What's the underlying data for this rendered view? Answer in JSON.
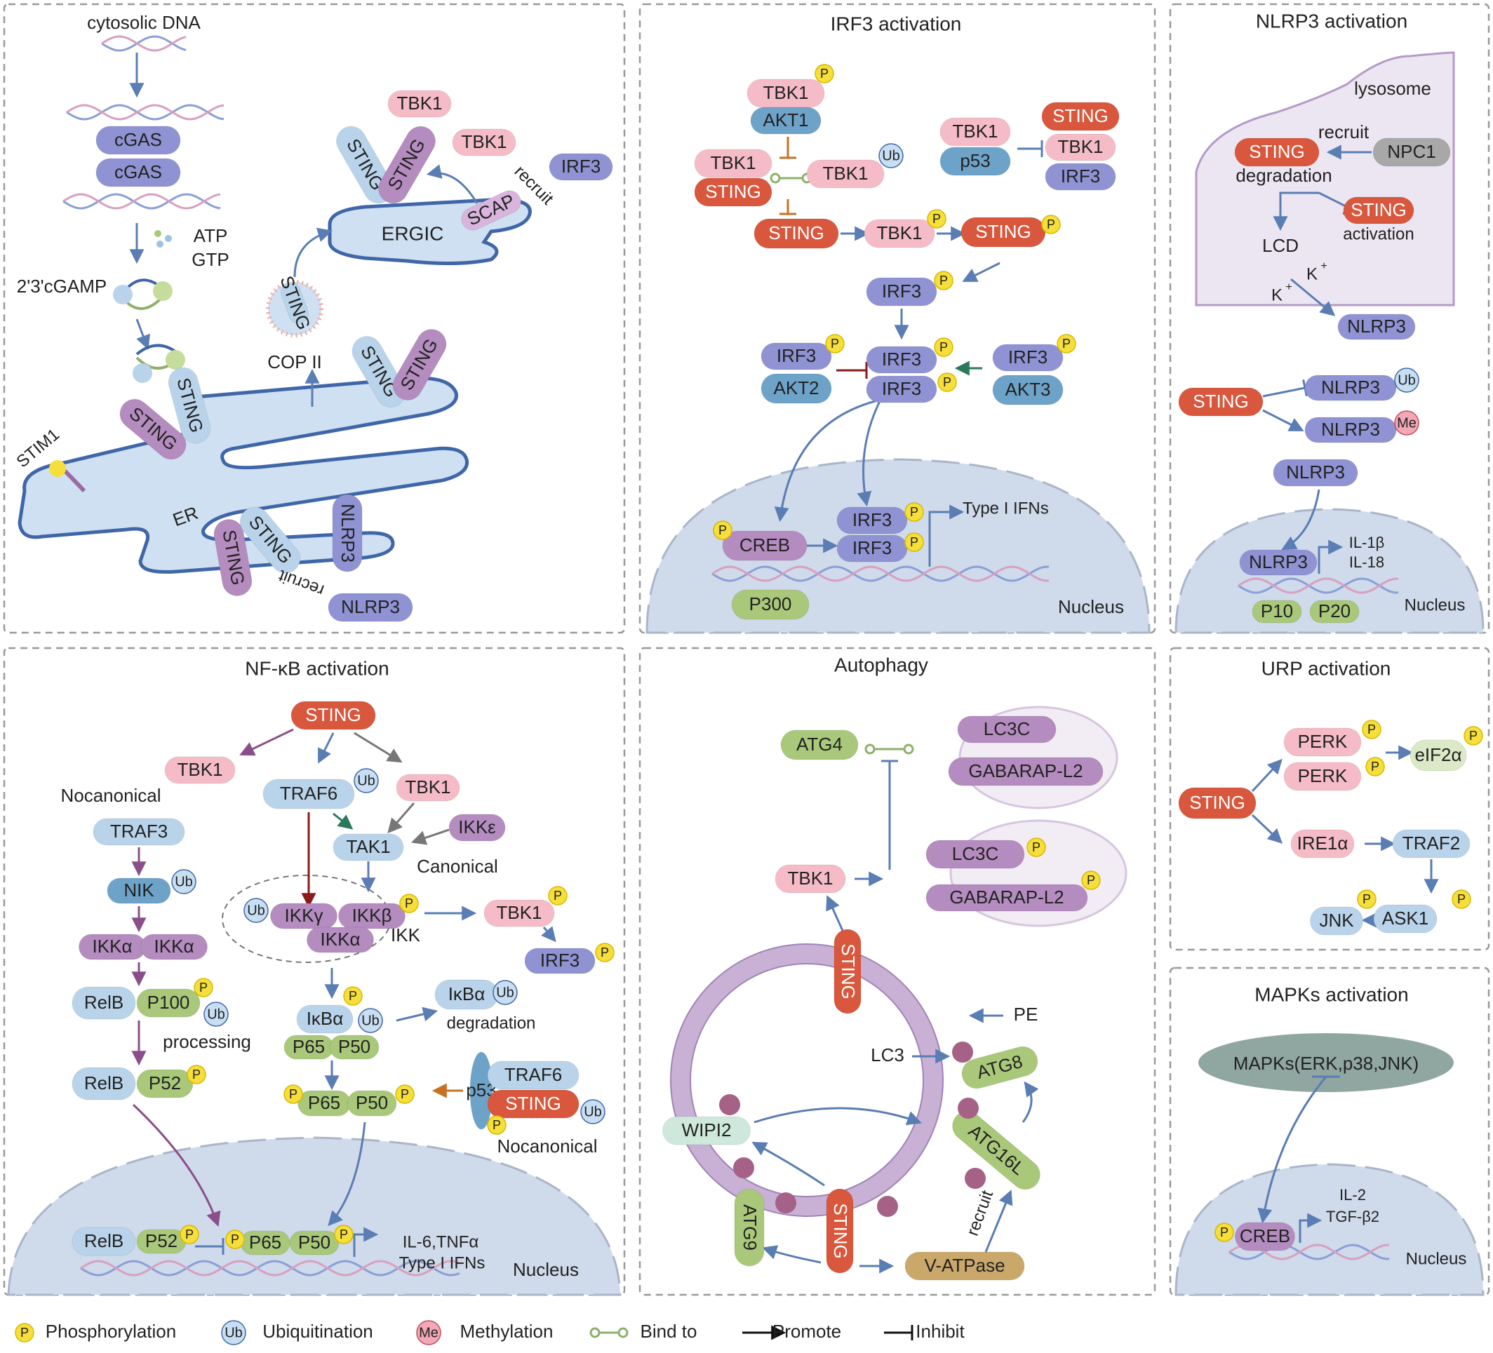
{
  "colors": {
    "sting": "#d8573d",
    "tbk1": "#f5bcc7",
    "irf3": "#8f93d3",
    "akt": "#6ea3c9",
    "purple": "#b48cbf",
    "green": "#a9c87a",
    "lightblue": "#b9d4ea",
    "nucleus": "#cfdaea",
    "lysosome": "#ece6f2",
    "yellow": "#f6df3a",
    "arrow": "#5a7db4",
    "dna_blue": "#8a9fd6",
    "dna_pink": "#d8a0c0",
    "inhibit_red": "#8b1a1a"
  },
  "panel1": {
    "cytosolic_dna": "cytosolic DNA",
    "cgas_top": "cGAS",
    "cgas_bottom": "cGAS",
    "atp": "ATP",
    "gtp": "GTP",
    "cgamp": "2'3'cGAMP",
    "stim1": "STIM1",
    "sting_a": "STING",
    "sting_b": "STING",
    "sting_c": "STING",
    "sting_d": "STING",
    "sting_e": "STING",
    "sting_f": "STING",
    "sting_g": "STING",
    "sting_h": "STING",
    "er": "ER",
    "ergic": "ERGIC",
    "cop2": "COP II",
    "scap": "SCAP",
    "recruit_top": "recruit",
    "recruit_bottom": "recruit",
    "tbk1_a": "TBK1",
    "tbk1_b": "TBK1",
    "irf3": "IRF3",
    "nlrp3_a": "NLRP3",
    "nlrp3_b": "NLRP3"
  },
  "panel2": {
    "title": "IRF3 activation",
    "tbk1_akt1": "TBK1",
    "akt1": "AKT1",
    "tbk1_sting": "TBK1",
    "sting_left": "STING",
    "tbk1_ub": "TBK1",
    "sting_mid": "STING",
    "tbk1_mid": "TBK1",
    "sting_right": "STING",
    "tbk1_p53": "TBK1",
    "p53": "p53",
    "complex_sting": "STING",
    "complex_tbk1": "TBK1",
    "complex_irf3": "IRF3",
    "irf3_p": "IRF3",
    "irf3_akt2": "IRF3",
    "akt2": "AKT2",
    "irf3_dimer_top": "IRF3",
    "irf3_dimer_bottom": "IRF3",
    "irf3_akt3": "IRF3",
    "akt3": "AKT3",
    "creb": "CREB",
    "irf3_nuc_top": "IRF3",
    "irf3_nuc_bottom": "IRF3",
    "type1": "Type I IFNs",
    "p300": "P300",
    "nucleus": "Nucleus"
  },
  "panel3": {
    "title": "NLRP3 activation",
    "lysosome": "lysosome",
    "recruit": "recruit",
    "sting": "STING",
    "npc1": "NPC1",
    "degradation": "degradation",
    "sting_act": "STING",
    "activation": "activation",
    "lcd": "LCD",
    "k1": "K",
    "k2": "K",
    "plus": "+",
    "nlrp3_lys": "NLRP3",
    "sting2": "STING",
    "nlrp3_ub": "NLRP3",
    "nlrp3_me": "NLRP3",
    "nlrp3_mid": "NLRP3",
    "nlrp3_nuc": "NLRP3",
    "il1b": "IL-1β",
    "il18": "IL-18",
    "p10": "P10",
    "p20": "P20",
    "nucleus": "Nucleus"
  },
  "panel4": {
    "title": "NF-κB activation",
    "sting": "STING",
    "tbk1_left": "TBK1",
    "nocanonical": "Nocanonical",
    "traf3": "TRAF3",
    "nik": "NIK",
    "ikka_a": "IKKα",
    "ikka_b": "IKKα",
    "relb": "RelB",
    "p100": "P100",
    "processing": "processing",
    "relb2": "RelB",
    "p52": "P52",
    "traf6": "TRAF6",
    "tbk1_mid": "TBK1",
    "ikke": "IKKε",
    "tak1": "TAK1",
    "canonical": "Canonical",
    "ikkg": "IKKγ",
    "ikkb": "IKKβ",
    "ikka_c": "IKKα",
    "ikk": "IKK",
    "tbk1_right": "TBK1",
    "irf3": "IRF3",
    "ikba": "IκBα",
    "ikba2": "IκBα",
    "degradation": "degradation",
    "p65": "P65",
    "p50": "P50",
    "p65b": "P65",
    "p50b": "P50",
    "p53": "p53",
    "traf6b": "TRAF6",
    "sting2": "STING",
    "nocanonical2": "Nocanonical",
    "relb3": "RelB",
    "p52b": "P52",
    "p65c": "P65",
    "p50c": "P50",
    "genes1": "IL-6,TNFα",
    "genes2": "Type I IFNs",
    "nucleus": "Nucleus"
  },
  "panel5": {
    "title": "Autophagy",
    "atg4": "ATG4",
    "lc3c": "LC3C",
    "gabarap": "GABARAP-L2",
    "lc3c_p": "LC3C",
    "gabarap_p": "GABARAP-L2",
    "tbk1": "TBK1",
    "sting_top": "STING",
    "sting_bottom": "STING",
    "pe": "PE",
    "lc3": "LC3",
    "atg8": "ATG8",
    "wipi2": "WIPI2",
    "atg16l": "ATG16L",
    "atg9": "ATG9",
    "vatpase": "V-ATPase",
    "recruit": "recruit"
  },
  "panel6": {
    "title": "URP activation",
    "sting": "STING",
    "perk1": "PERK",
    "perk2": "PERK",
    "eif2a": "eIF2α",
    "ire1a": "IRE1α",
    "traf2": "TRAF2",
    "ask1": "ASK1",
    "jnk": "JNK"
  },
  "panel7": {
    "title": "MAPKs activation",
    "mapks": "MAPKs(ERK,p38,JNK)",
    "creb": "CREB",
    "il2": "IL-2",
    "tgfb2": "TGF-β2",
    "nucleus": "Nucleus"
  },
  "badges": {
    "p": "P",
    "ub": "Ub",
    "me": "Me"
  },
  "legend": {
    "phos": "Phosphorylation",
    "ubiq": "Ubiquitination",
    "meth": "Methylation",
    "bind": "Bind to",
    "promote": "Promote",
    "inhibit": "Inhibit"
  }
}
